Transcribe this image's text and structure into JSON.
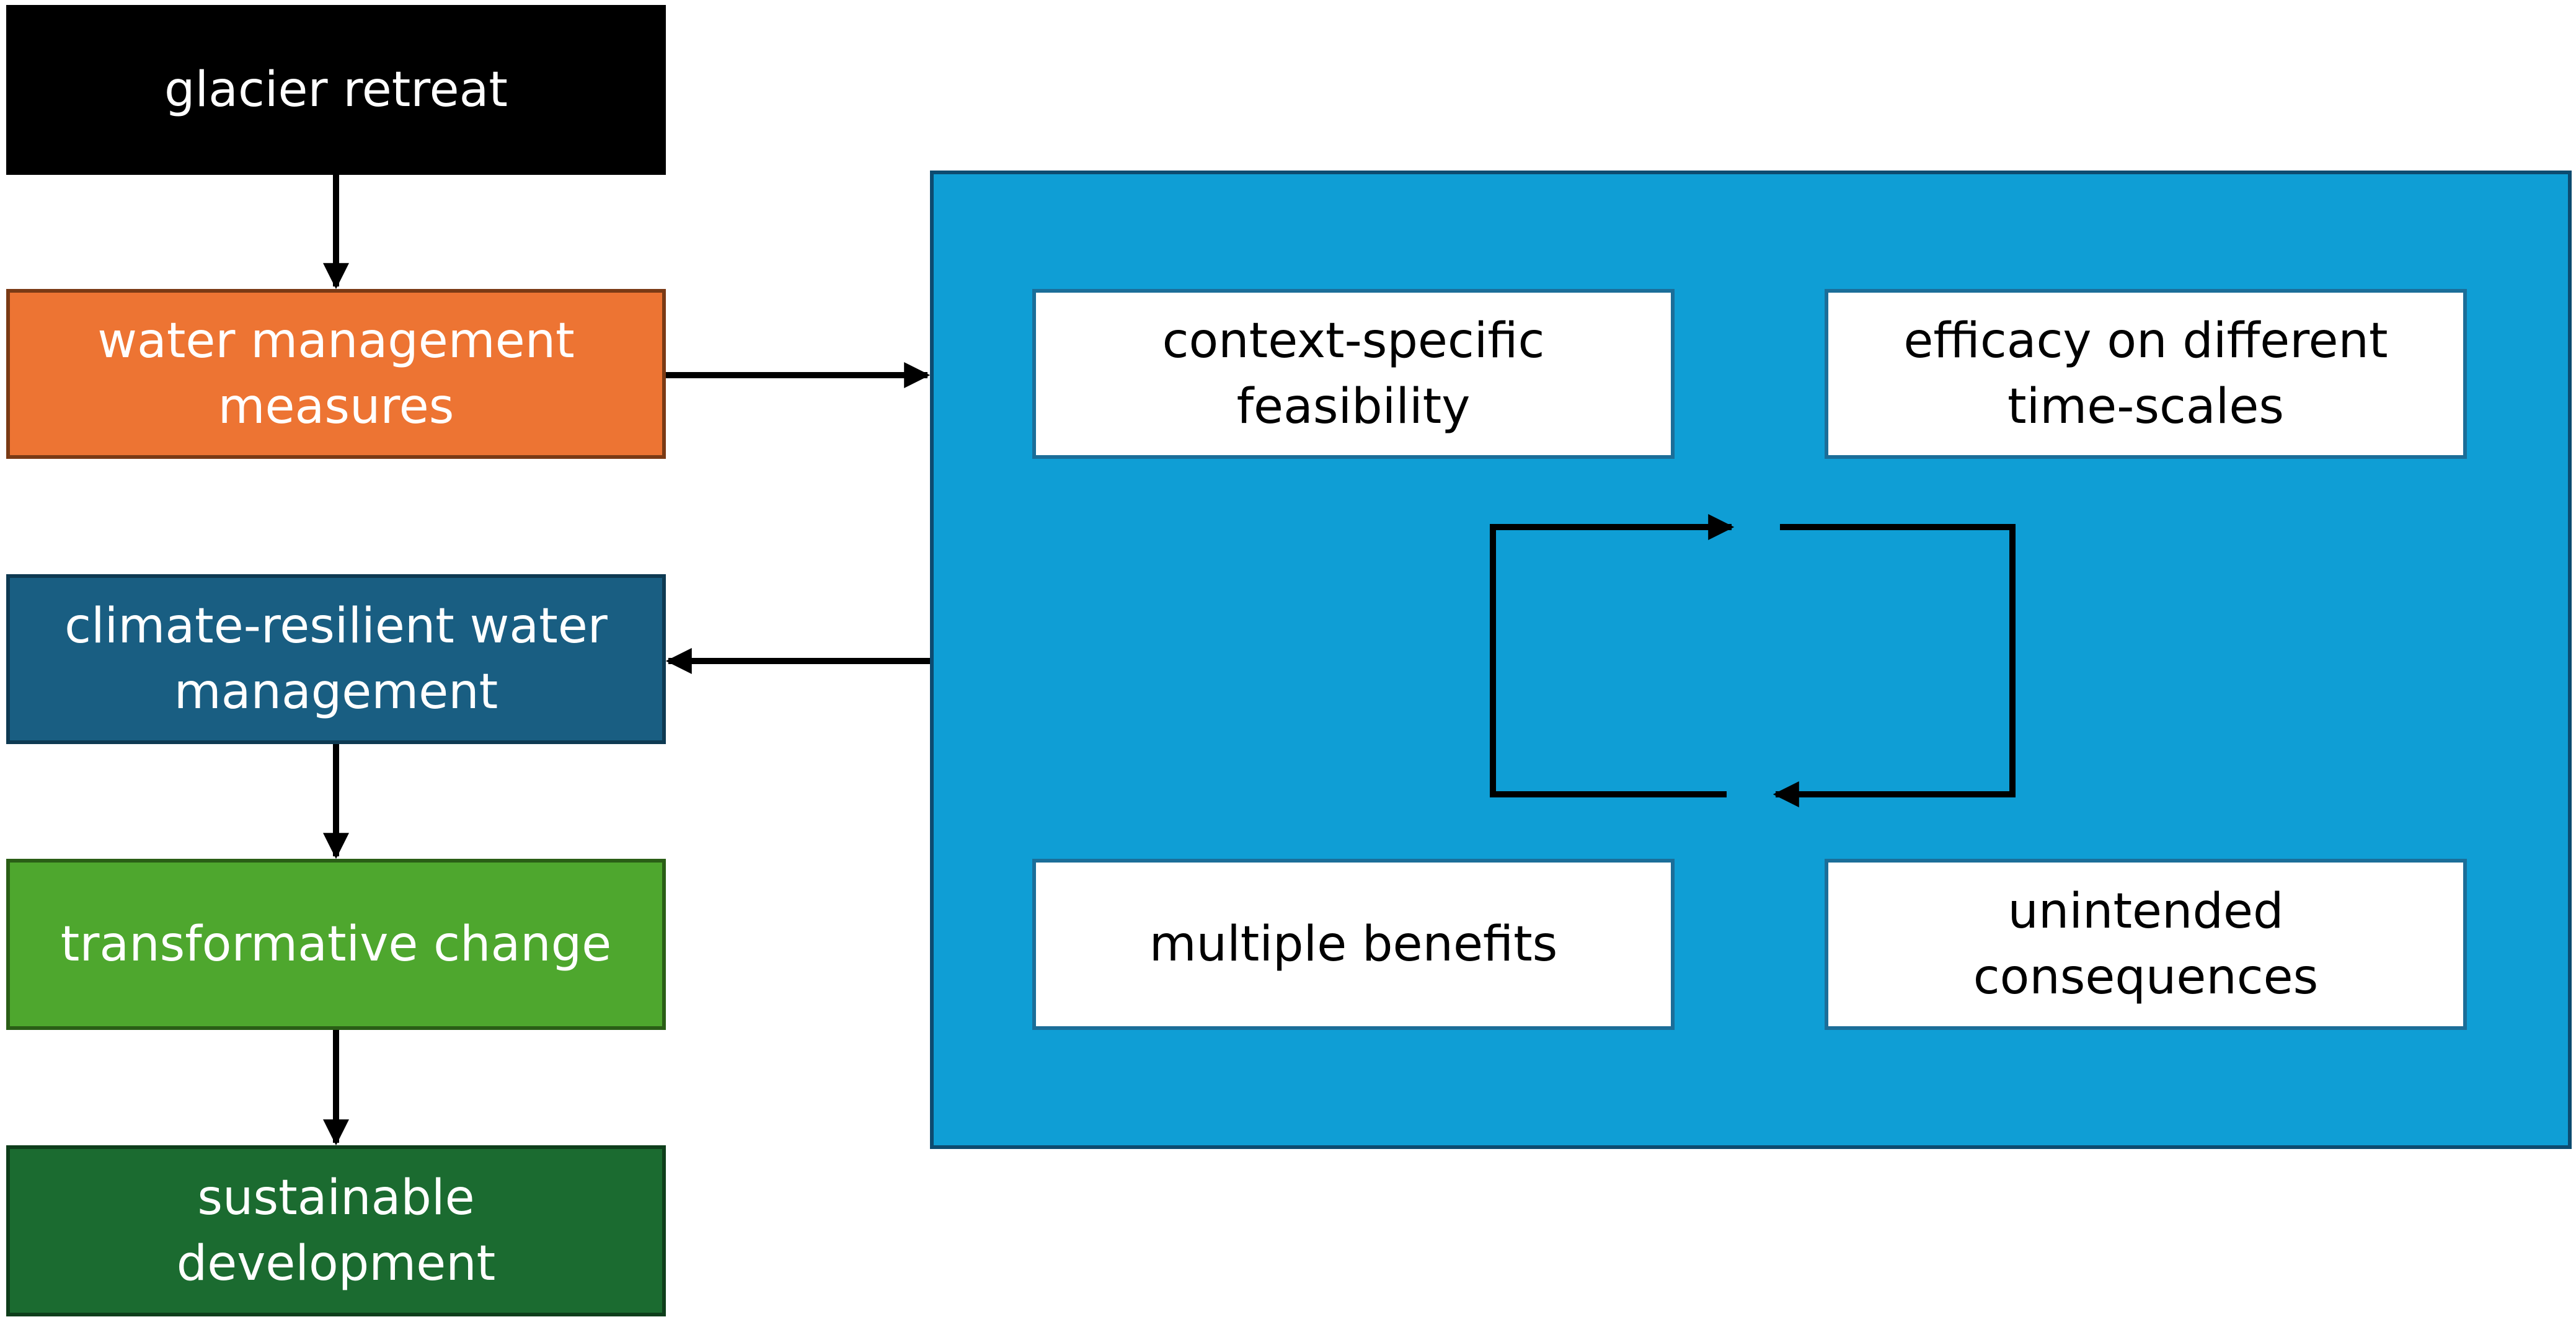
{
  "flow_boxes": {
    "glacier_retreat": "glacier retreat",
    "water_management_measures": "water management\nmeasures",
    "climate_resilient": "climate-resilient water\nmanagement",
    "transformative_change": "transformative change",
    "sustainable_development": "sustainable\ndevelopment"
  },
  "evaluation_criteria": {
    "context_specific": "context-specific\nfeasibility",
    "efficacy": "efficacy on different\ntime-scales",
    "multiple_benefits": "multiple benefits",
    "unintended_consequences": "unintended\nconsequences"
  },
  "colors": {
    "glacier_retreat": "#000000",
    "water_management_measures": "#ed7433",
    "climate_resilient": "#195e82",
    "transformative_change": "#4ea72e",
    "sustainable_development": "#1b6b30",
    "evaluation_panel": "#0f9ed5"
  }
}
